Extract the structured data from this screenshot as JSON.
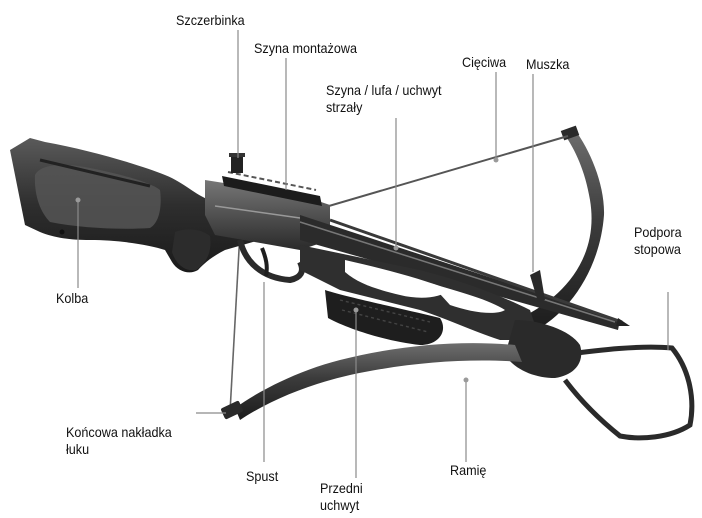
{
  "labels": {
    "szczerbinka": "Szczerbinka",
    "szyna_montazowa": "Szyna montażowa",
    "cieciwa": "Cięciwa",
    "muszka": "Muszka",
    "szyna_lufa": "Szyna / lufa / uchwyt\nstrzały",
    "kolba": "Kolba",
    "podpora": "Podpora\nstopowa",
    "koncowa": "Końcowa nakładka\nłuku",
    "spust": "Spust",
    "przedni": "Przedni\nuchwyt",
    "ramie": "Ramię"
  },
  "colors": {
    "body": "#3a3a3a",
    "dark": "#1e1e1e",
    "highlight": "#6c6c6c",
    "metal": "#8d8d8d",
    "leader": "#8a8a8a"
  }
}
